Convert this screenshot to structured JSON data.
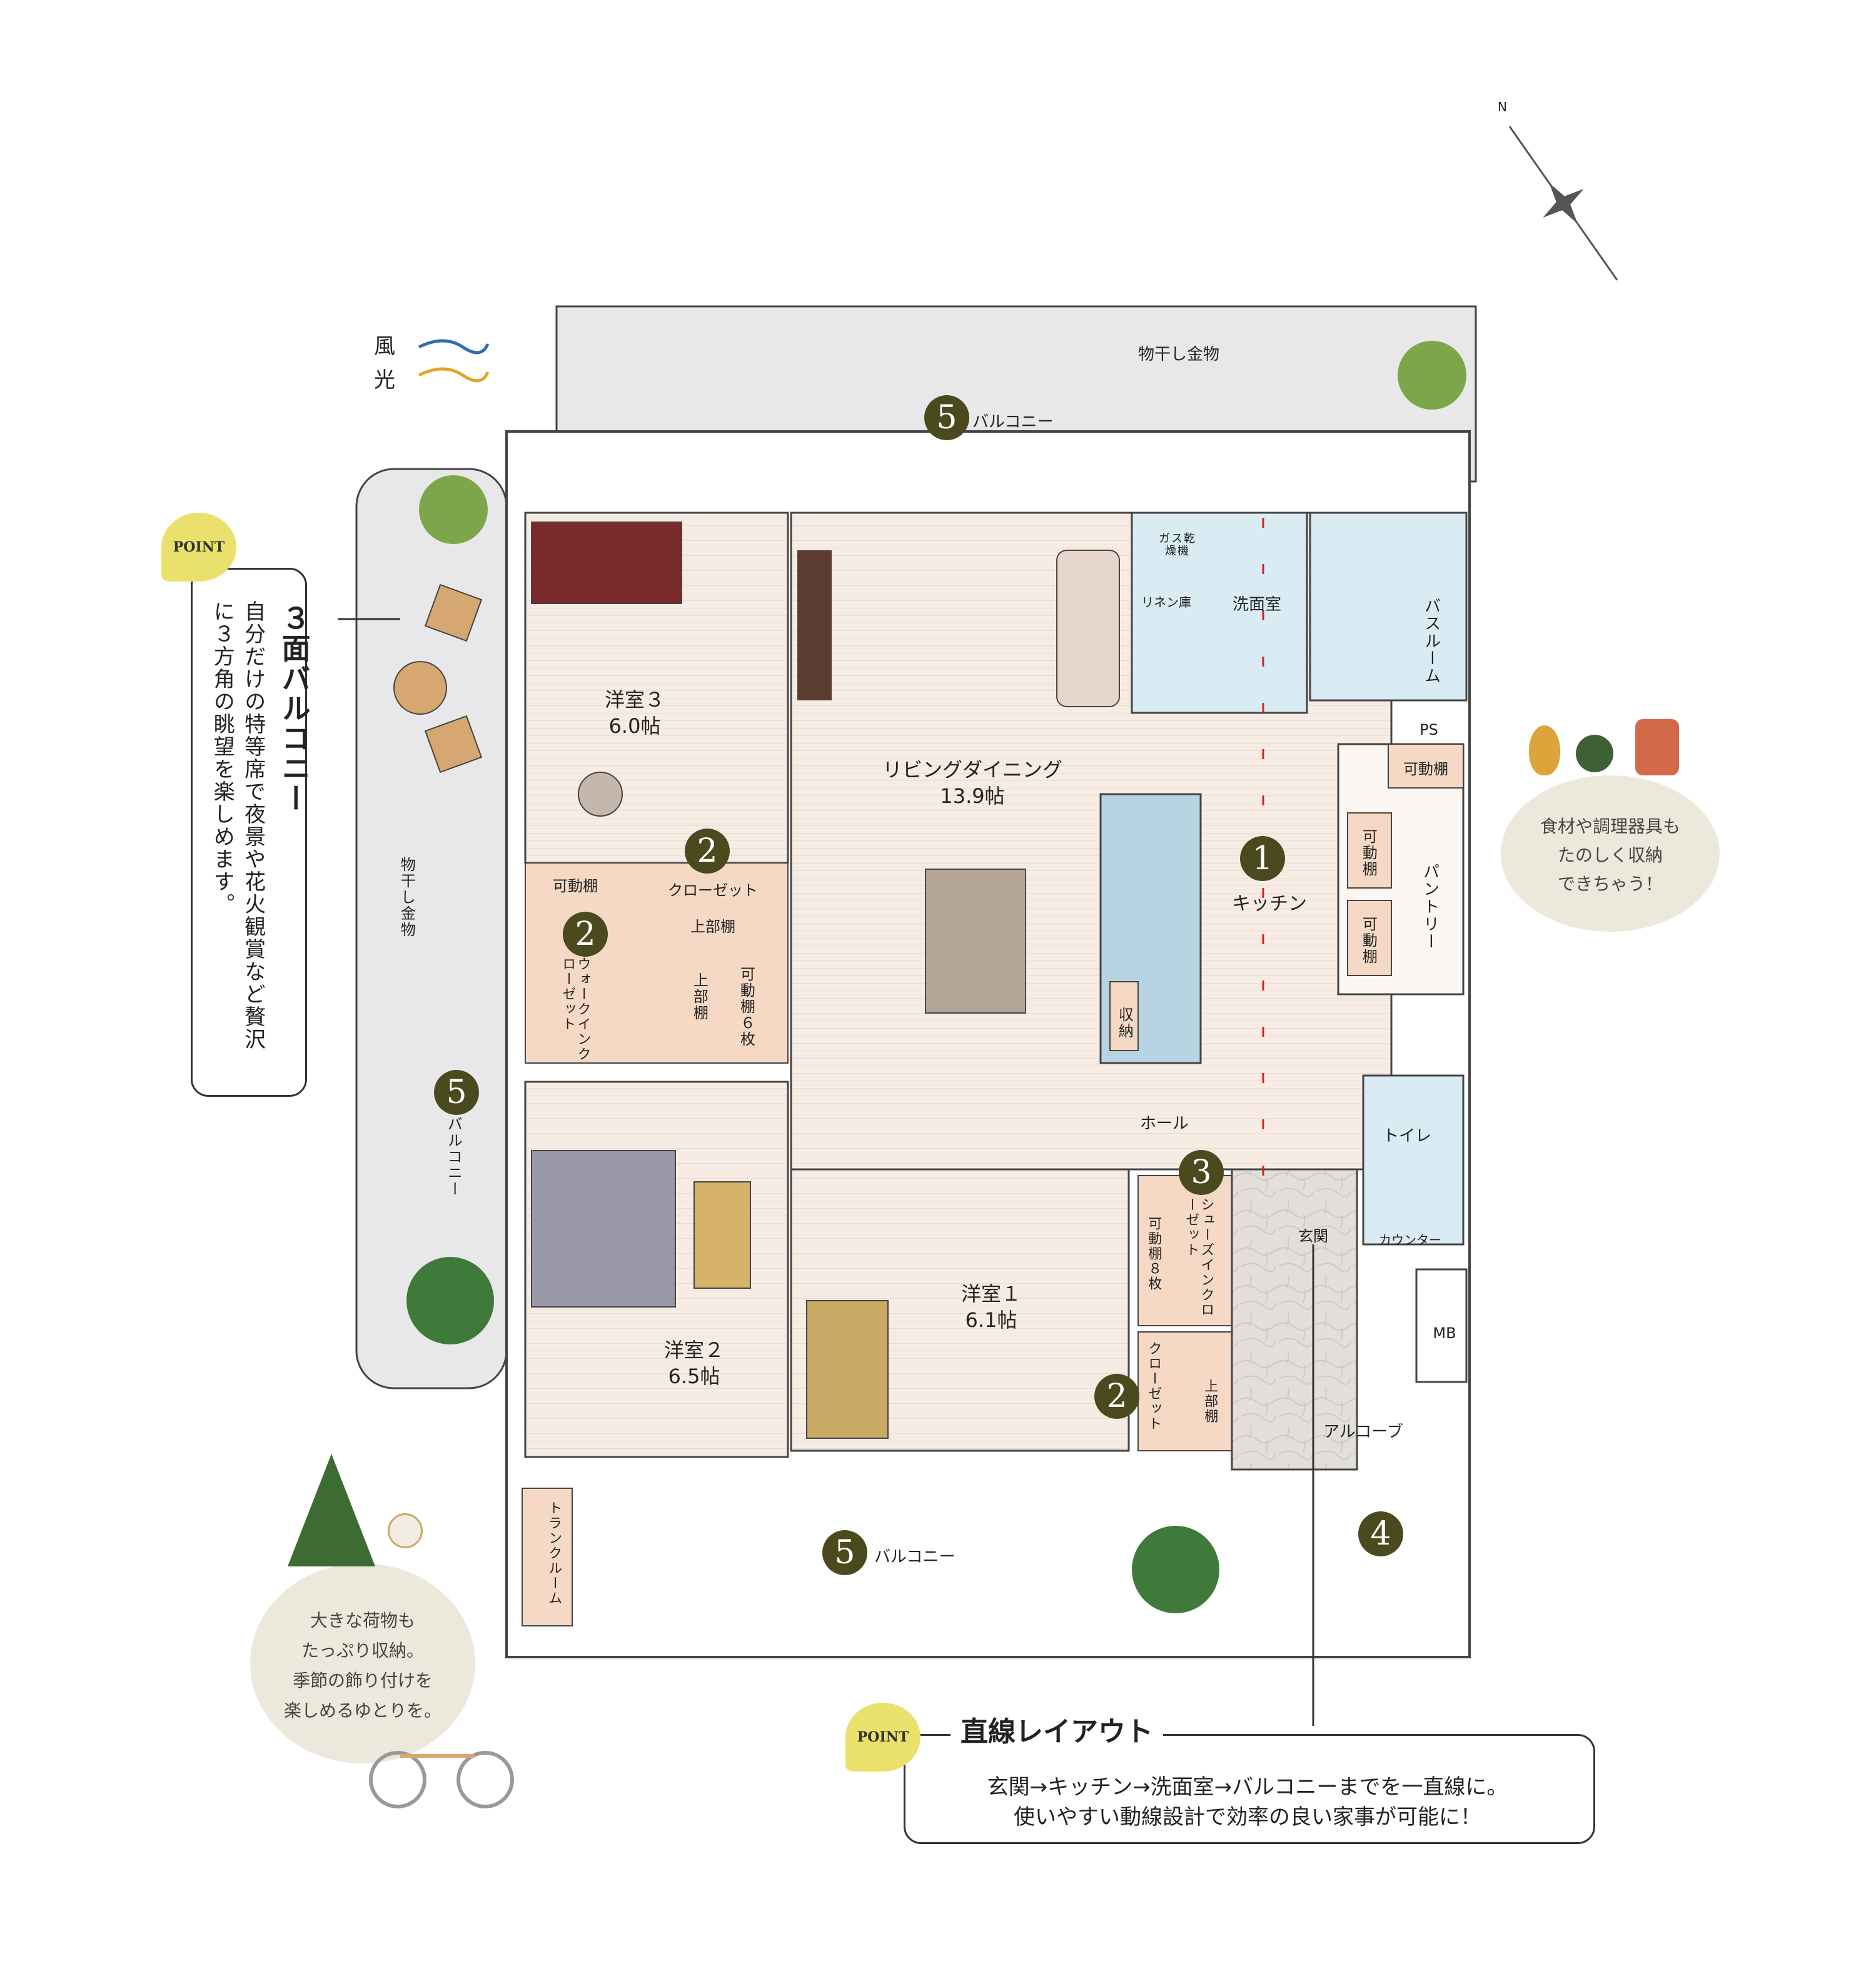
{
  "legend": {
    "wind": "風",
    "light": "光",
    "wind_color": "#2d6fb0",
    "light_color": "#e3a62b"
  },
  "compass": {
    "north": "N"
  },
  "rooms": {
    "balcony_top": "バルコニー",
    "balcony_left": "バルコニー",
    "balcony_bottom": "バルコニー",
    "hanging_top": "物干し金物",
    "hanging_left": "物干し金物",
    "western3": {
      "name": "洋室３",
      "size": "6.0帖"
    },
    "western2": {
      "name": "洋室２",
      "size": "6.5帖"
    },
    "western1": {
      "name": "洋室１",
      "size": "6.1帖"
    },
    "living": {
      "name": "リビングダイニング",
      "size": "13.9帖"
    },
    "kitchen": "キッチン",
    "gas_dryer": "ガス乾燥機",
    "linen": "リネン庫",
    "washroom": "洗面室",
    "bathroom": "バスルーム",
    "ps": "PS",
    "movable_shelf_pantry": "可動棚",
    "pantry": "パントリー",
    "pantry_shelf1": "可動棚",
    "pantry_shelf2": "可動棚",
    "storage": "収納",
    "hall": "ホール",
    "toilet": "トイレ",
    "counter": "カウンター",
    "entrance": "玄関",
    "mb": "MB",
    "alcove": "アルコーブ",
    "trunk_room": "トランクルーム",
    "closet_w3": "クローゼット",
    "upper_shelf_w3": "上部棚",
    "movable_shelf_wic": "可動棚",
    "wic": "ウォークインクローゼット",
    "wic_upper": "上部棚",
    "wic_movable": "可動棚６枚",
    "shoes_in": "シューズインクローゼット",
    "shoes_shelf": "可動棚８枚",
    "closet_w1": "クローゼット",
    "upper_shelf_w1": "上部棚"
  },
  "markers": [
    "1",
    "2",
    "3",
    "4",
    "5"
  ],
  "point1": {
    "badge": "POINT",
    "title": "３面バルコニー",
    "body": "自分だけの特等席で夜景や花火観賞など贅沢に３方角の眺望を楽しめます。"
  },
  "point2": {
    "badge": "POINT",
    "title": "直線レイアウト",
    "line1": "玄関→キッチン→洗面室→バルコニーまでを一直線に。",
    "line2": "使いやすい動線設計で効率の良い家事が可能に！"
  },
  "bubble_right": {
    "l1": "食材や調理器具も",
    "l2": "たのしく収納",
    "l3": "できちゃう！"
  },
  "bubble_left": {
    "l1": "大きな荷物も",
    "l2": "たっぷり収納。",
    "l3": "季節の飾り付けを",
    "l4": "楽しめるゆとりを。"
  },
  "colors": {
    "floor": "#f6ece4",
    "wet": "#d9ecf4",
    "balcony": "#e8e8ea",
    "wall": "#ffffff",
    "stroke": "#444444",
    "storage": "#f6d9c4",
    "entrance": "#e4e1dc",
    "arrow": "#d81e1e",
    "marker": "#4a4a1e"
  }
}
